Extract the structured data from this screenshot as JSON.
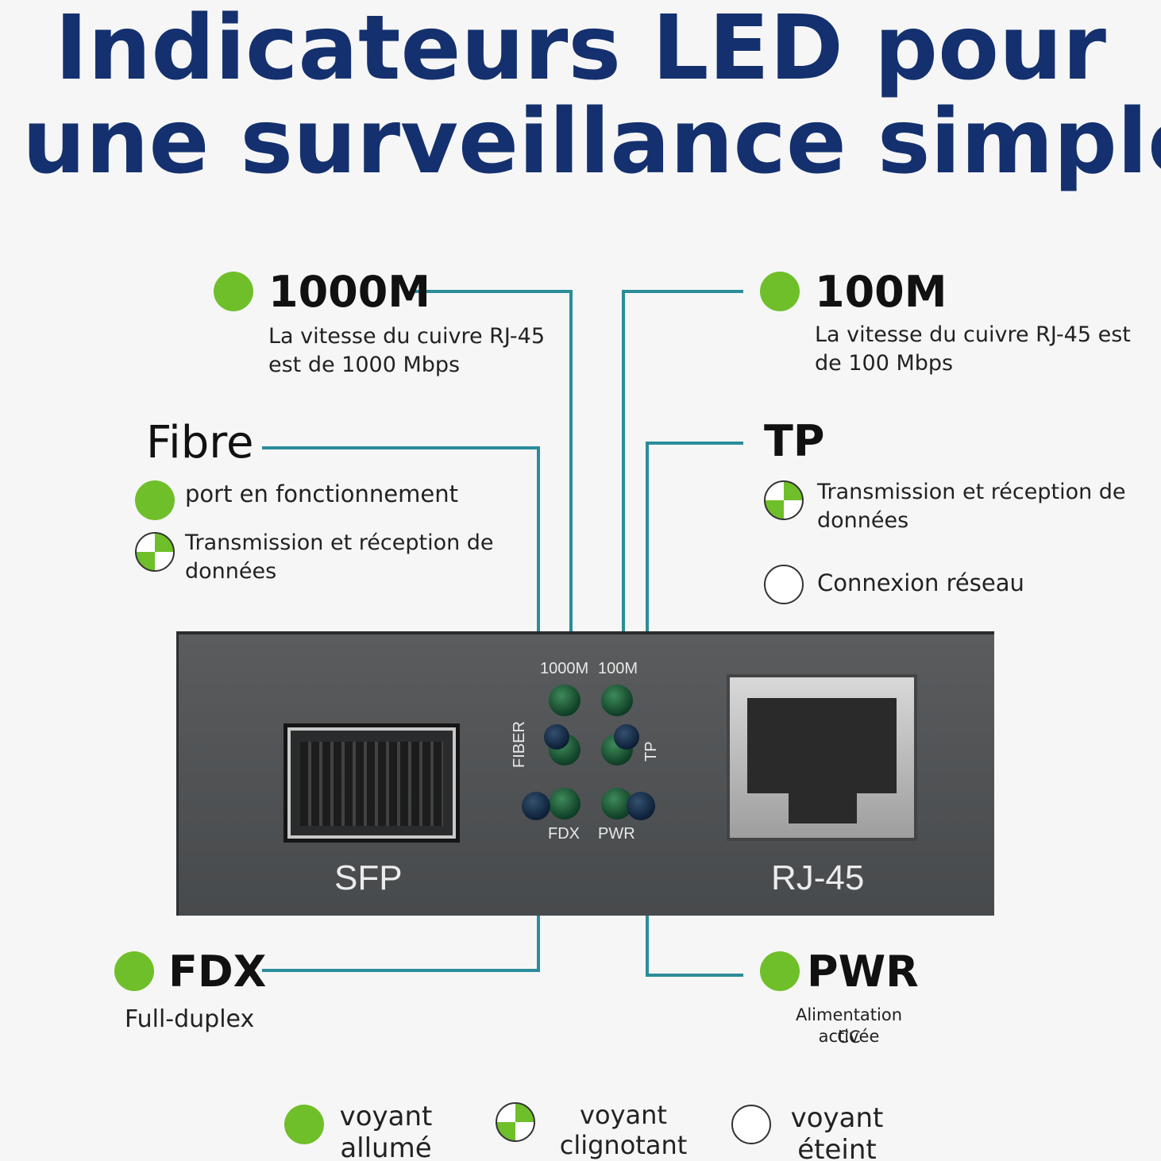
{
  "title": {
    "line1": "Indicateurs LED pour",
    "line2": "une surveillance simple"
  },
  "colors": {
    "title": "#14306e",
    "led_green": "#6fbf2a",
    "connector": "#2b8c9a"
  },
  "indicators": {
    "m1000": {
      "label": "1000M",
      "desc_line1": "La vitesse du cuivre RJ-45",
      "desc_line2": "est de 1000 Mbps"
    },
    "m100": {
      "label": "100M",
      "desc_line1": "La vitesse du cuivre RJ-45 est",
      "desc_line2": "de 100 Mbps"
    },
    "fibre": {
      "label": "Fibre",
      "state_on": "port en fonctionnement",
      "state_blink_line1": "Transmission et réception de",
      "state_blink_line2": "données"
    },
    "tp": {
      "label": "TP",
      "state_blink_line1": "Transmission et réception de",
      "state_blink_line2": "données",
      "state_off": "Connexion réseau"
    },
    "fdx": {
      "label": "FDX",
      "desc": "Full-duplex"
    },
    "pwr": {
      "label": "PWR",
      "desc_line1": "Alimentation CC",
      "desc_line2": "activée"
    }
  },
  "device": {
    "sfp_label": "SFP",
    "rj45_label": "RJ-45",
    "led_labels": {
      "m1000": "1000M",
      "m100": "100M",
      "fiber": "FIBER",
      "tp": "TP",
      "fdx": "FDX",
      "pwr": "PWR"
    }
  },
  "legend": {
    "on": {
      "line1": "voyant",
      "line2": "allumé"
    },
    "blink": {
      "line1": "voyant",
      "line2": "clignotant"
    },
    "off": {
      "line1": "voyant",
      "line2": "éteint"
    }
  }
}
